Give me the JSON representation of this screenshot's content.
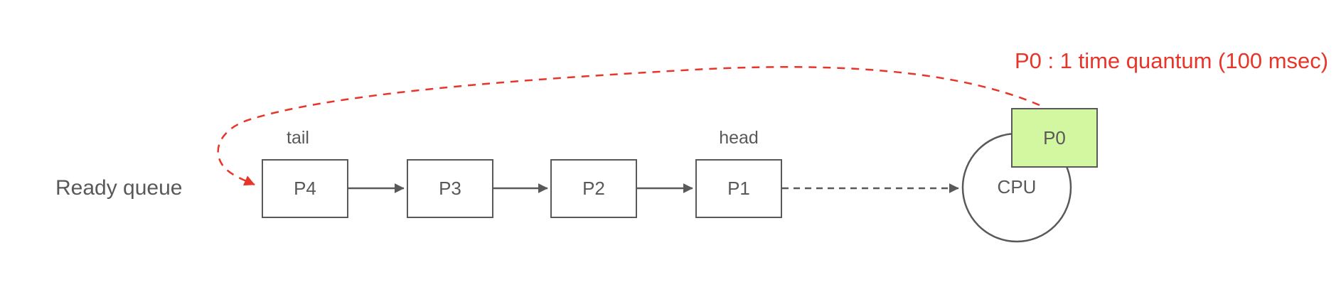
{
  "labels": {
    "ready_queue": "Ready queue",
    "tail": "tail",
    "head": "head",
    "cpu": "CPU",
    "annotation": "P0 : 1 time quantum (100 msec)"
  },
  "queue": {
    "nodes": [
      "P4",
      "P3",
      "P2",
      "P1"
    ]
  },
  "running_process": "P0",
  "colors": {
    "stroke_gray": "#595959",
    "text_gray": "#595959",
    "accent_red": "#e8352a",
    "process_fill_green": "#d3f6a1",
    "node_fill": "#ffffff",
    "background": "#ffffff"
  }
}
